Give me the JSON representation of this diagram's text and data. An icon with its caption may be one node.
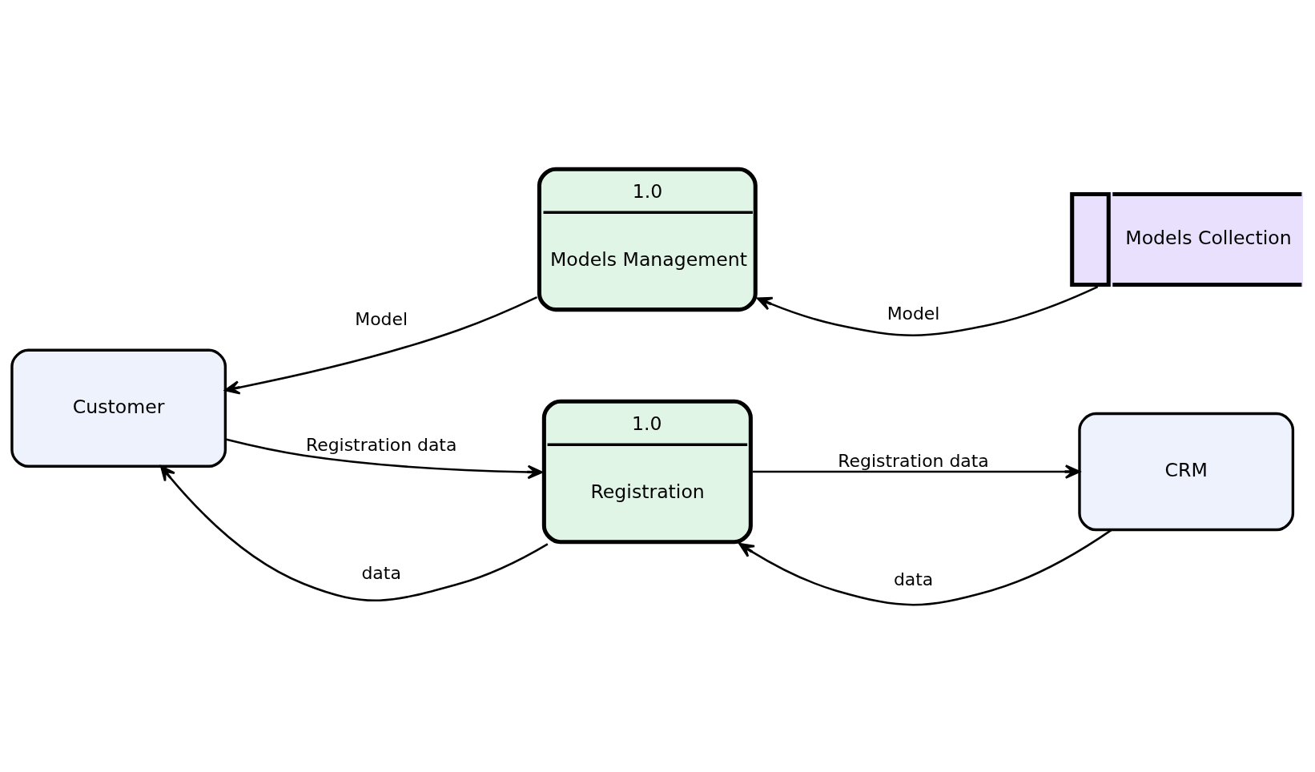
{
  "diagram": {
    "nodes": [
      {
        "text": [
          "1.0",
          "Models Management"
        ]
      },
      {
        "text": [
          "Customer"
        ]
      },
      {
        "text": [
          "Models Collection"
        ]
      },
      {
        "text": [
          "1.0",
          "Registration"
        ]
      },
      {
        "text": [
          "CRM"
        ]
      }
    ],
    "edges": [
      {
        "from": 0,
        "to": 1,
        "arrow": "to",
        "label": "Model"
      },
      {
        "from": 2,
        "to": 0,
        "arrow": "to",
        "label": "Model"
      },
      {
        "from": 3,
        "to": 1,
        "arrow": "to",
        "label": "data"
      },
      {
        "from": 1,
        "to": 3,
        "arrow": "to",
        "label": "Registration data"
      },
      {
        "from": 4,
        "to": 3,
        "arrow": "to",
        "label": "data"
      },
      {
        "from": 3,
        "to": 4,
        "arrow": "to",
        "label": "Registration data"
      }
    ]
  }
}
